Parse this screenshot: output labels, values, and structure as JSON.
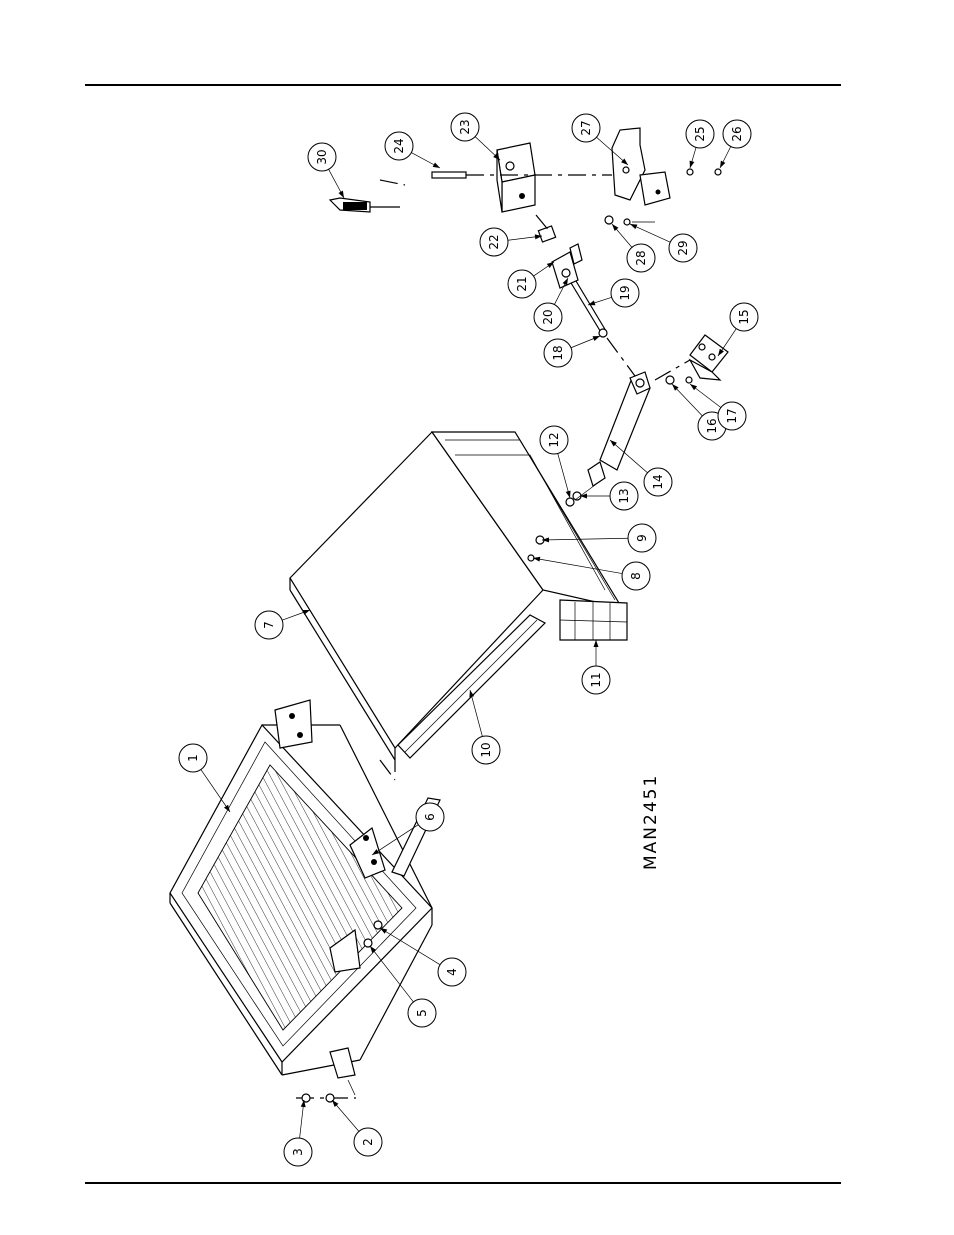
{
  "drawing_number": "MAN2451",
  "callouts": [
    "1",
    "2",
    "3",
    "4",
    "5",
    "6",
    "7",
    "8",
    "9",
    "10",
    "11",
    "12",
    "13",
    "14",
    "15",
    "16",
    "17",
    "18",
    "19",
    "20",
    "21",
    "22",
    "23",
    "24",
    "25",
    "26",
    "27",
    "28",
    "29",
    "30"
  ]
}
